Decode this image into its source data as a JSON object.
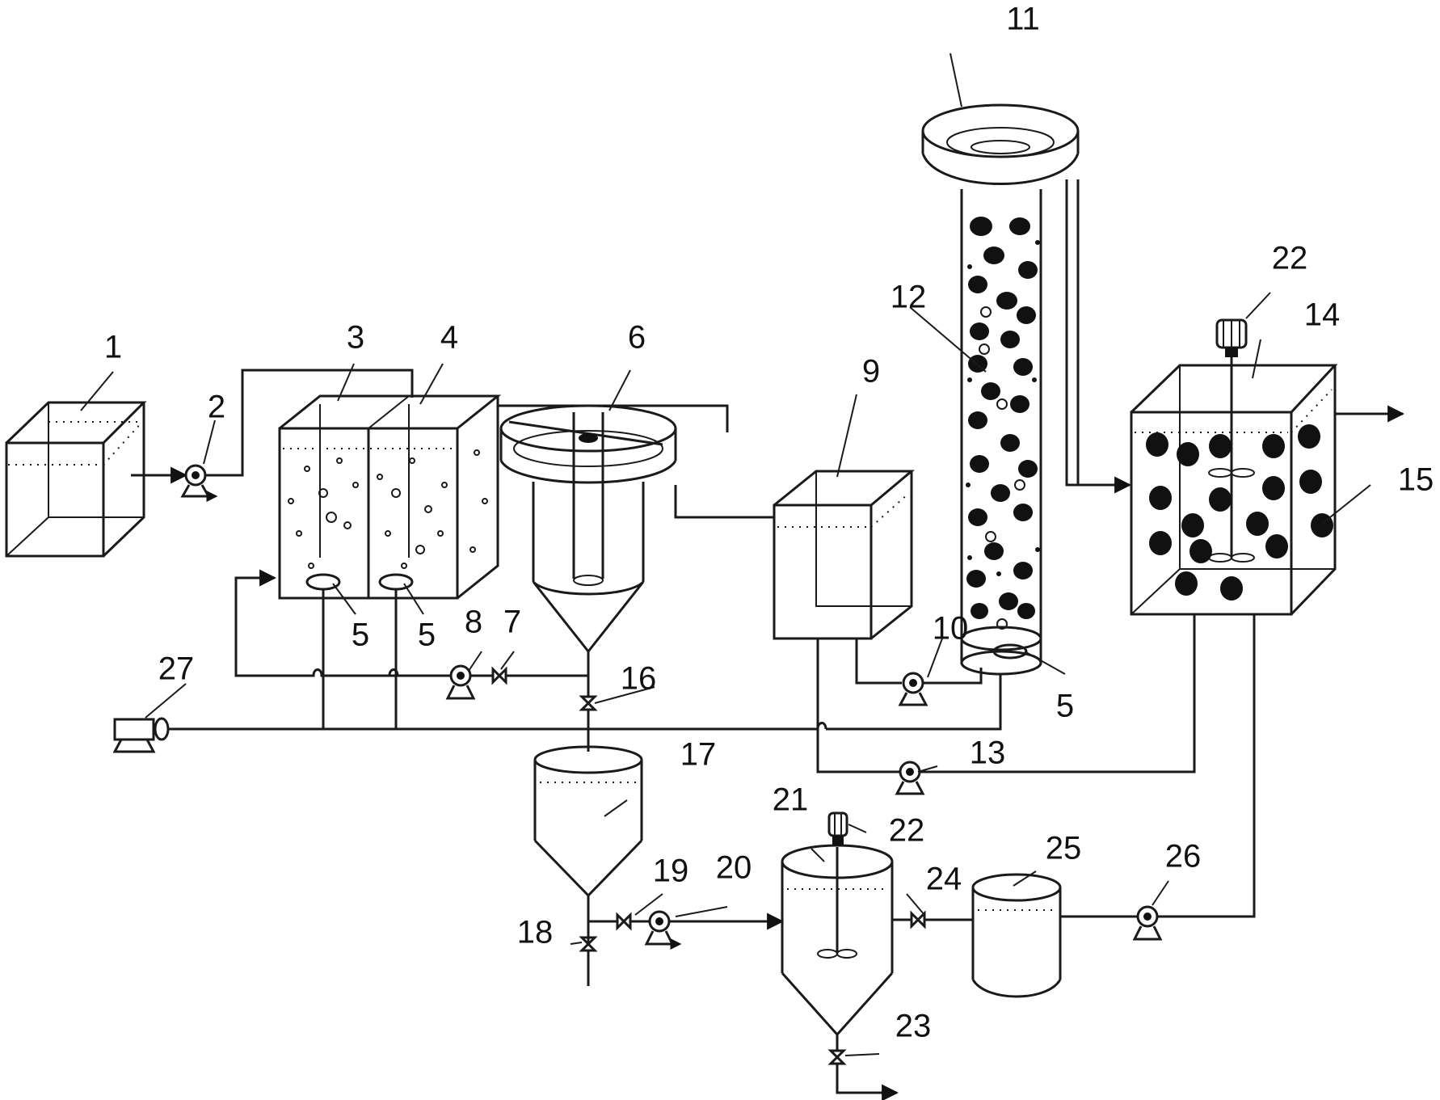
{
  "labels": {
    "n1": "1",
    "n2": "2",
    "n3": "3",
    "n4": "4",
    "n5a": "5",
    "n5b": "5",
    "n5c": "5",
    "n6": "6",
    "n7": "7",
    "n8": "8",
    "n9": "9",
    "n10": "10",
    "n11": "11",
    "n12": "12",
    "n13": "13",
    "n14": "14",
    "n15": "15",
    "n16": "16",
    "n17": "17",
    "n18": "18",
    "n19": "19",
    "n20": "20",
    "n21": "21",
    "n22a": "22",
    "n22b": "22",
    "n23": "23",
    "n24": "24",
    "n25": "25",
    "n26": "26",
    "n27": "27"
  }
}
